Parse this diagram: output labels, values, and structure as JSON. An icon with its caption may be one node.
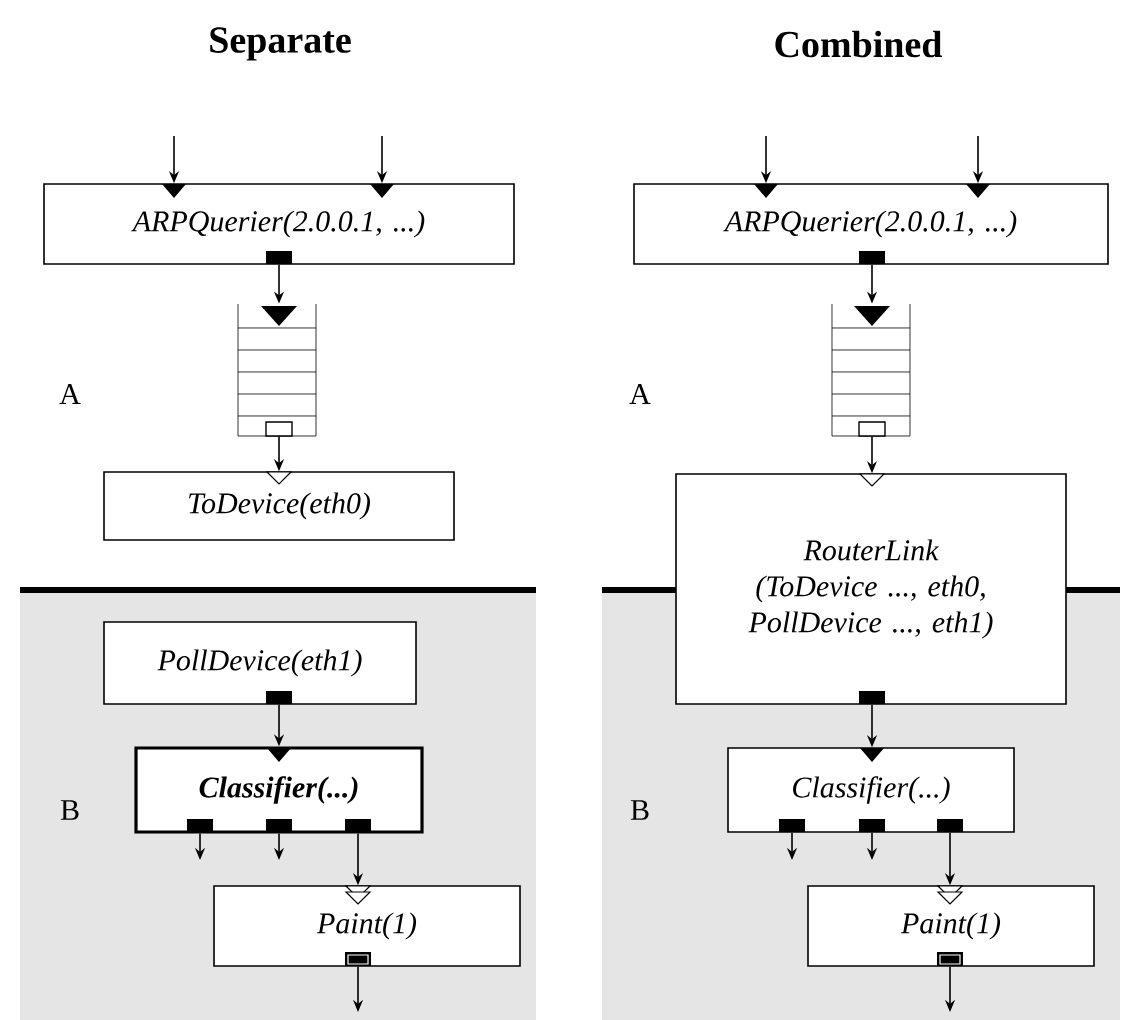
{
  "diagram": {
    "nodes": [
      {
        "text": [
          "ARPQuerier(2.0.0.1, ...)"
        ]
      },
      {
        "text": [],
        "shape": "queue"
      },
      {
        "text": [
          "ToDevice(eth0)"
        ]
      },
      {
        "text": [
          "PollDevice(eth1)"
        ]
      },
      {
        "text": [
          "Classifier(...)"
        ]
      },
      {
        "text": [
          "Paint(1)"
        ]
      },
      {
        "text": [
          "ARPQuerier(2.0.0.1, ...)"
        ]
      },
      {
        "text": [],
        "shape": "queue"
      },
      {
        "text": [
          "RouterLink",
          "(ToDevice ..., eth0, PollDevice ..., eth1)"
        ]
      },
      {
        "text": [
          "Classifier(...)"
        ]
      },
      {
        "text": [
          "Paint(1)"
        ]
      }
    ],
    "edges": [
      {
        "from": null,
        "to": 0,
        "arrow": "to"
      },
      {
        "from": null,
        "to": 0,
        "arrow": "to"
      },
      {
        "from": 0,
        "to": 1,
        "arrow": "to"
      },
      {
        "from": 1,
        "to": 2,
        "arrow": "to"
      },
      {
        "from": 3,
        "to": 4,
        "arrow": "to"
      },
      {
        "from": 4,
        "to": null,
        "arrow": "to"
      },
      {
        "from": 4,
        "to": null,
        "arrow": "to"
      },
      {
        "from": 4,
        "to": 5,
        "arrow": "to"
      },
      {
        "from": 5,
        "to": null,
        "arrow": "to"
      },
      {
        "from": null,
        "to": 6,
        "arrow": "to"
      },
      {
        "from": null,
        "to": 6,
        "arrow": "to"
      },
      {
        "from": 6,
        "to": 7,
        "arrow": "to"
      },
      {
        "from": 7,
        "to": 8,
        "arrow": "to"
      },
      {
        "from": 8,
        "to": 9,
        "arrow": "to"
      },
      {
        "from": 9,
        "to": null,
        "arrow": "to"
      },
      {
        "from": 9,
        "to": null,
        "arrow": "to"
      },
      {
        "from": 9,
        "to": 10,
        "arrow": "to"
      },
      {
        "from": 10,
        "to": null,
        "arrow": "to"
      }
    ],
    "labels": [
      "Separate",
      "Combined",
      "A",
      "B",
      "A",
      "B"
    ]
  }
}
